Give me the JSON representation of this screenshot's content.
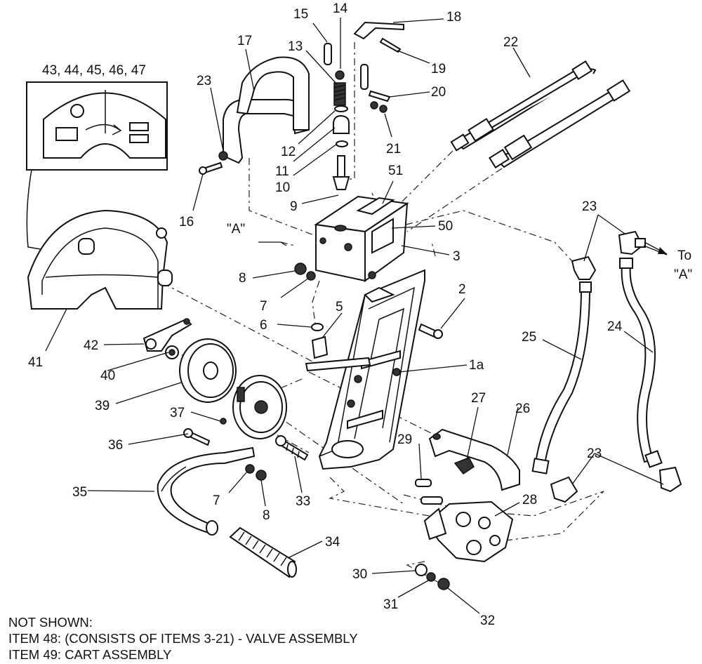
{
  "callouts": {
    "c1": "43, 44, 45, 46, 47",
    "c2": "23",
    "c3": "17",
    "c4": "15",
    "c5": "14",
    "c6": "13",
    "c7": "18",
    "c8": "19",
    "c9": "20",
    "c10": "21",
    "c11": "12",
    "c12": "11",
    "c13": "10",
    "c14": "9",
    "c15": "16",
    "c16": "22",
    "c17": "51",
    "c18": "50",
    "c19": "3",
    "c20": "\"A\"",
    "c21": "8",
    "c22": "7",
    "c23": "6",
    "c24": "5",
    "c25": "2",
    "c26": "23",
    "c27": "To",
    "c28": "\"A\"",
    "c29": "25",
    "c30": "24",
    "c31": "42",
    "c32": "41",
    "c33": "40",
    "c34": "39",
    "c35": "1a",
    "c36": "37",
    "c37": "36",
    "c38": "27",
    "c39": "26",
    "c40": "29",
    "c41": "35",
    "c42": "7",
    "c43": "8",
    "c44": "33",
    "c45": "23",
    "c46": "28",
    "c47": "34",
    "c48": "30",
    "c49": "31",
    "c50": "32"
  },
  "notes": {
    "heading": "NOT SHOWN:",
    "line1": "ITEM 48: (CONSISTS OF ITEMS 3-21) - VALVE ASSEMBLY",
    "line2": "ITEM 49: CART ASSEMBLY"
  }
}
